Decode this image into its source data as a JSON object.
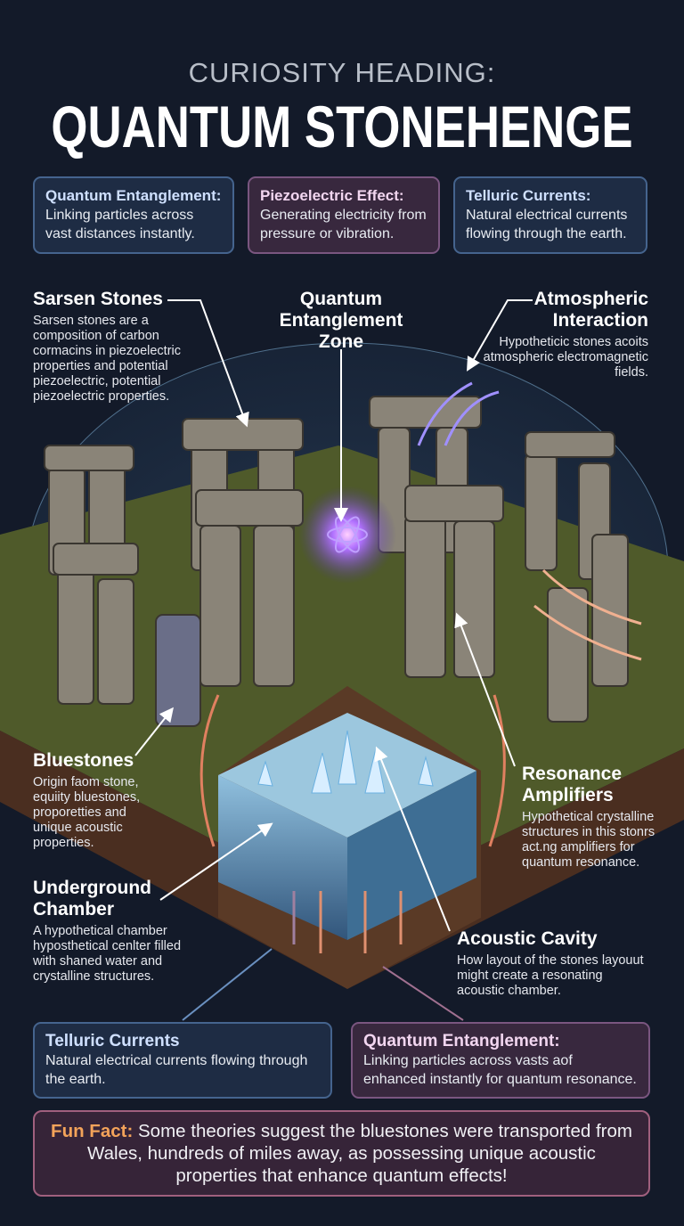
{
  "header": {
    "kicker": "CURIOSITY HEADING:",
    "title": "QUANTUM STONEHENGE"
  },
  "top_boxes": [
    {
      "title": "Quantum Entanglement:",
      "text": "Linking particles across vast distances instantly."
    },
    {
      "title": "Piezoelectric Effect:",
      "text": "Generating electricity from pressure or vibration."
    },
    {
      "title": "Telluric Currents:",
      "text": "Natural electrical currents flowing through the earth."
    }
  ],
  "labels": {
    "sarsen": {
      "title": "Sarsen Stones",
      "text": "Sarsen stones are a composition of carbon cormacins in piezoelectric properties and potential piezoelectric, potential piezoelectric properties."
    },
    "zone": {
      "title": "Quantum Entanglement Zone"
    },
    "atmos": {
      "title": "Atmospheric Interaction",
      "text": "Hypotheticic stones acoits atmospheric electromagnetic fields."
    },
    "bluestones": {
      "title": "Bluestones",
      "text": "Origin faom stone, equiity bluestones, proporetties and unique acoustic properties."
    },
    "resonance": {
      "title": "Resonance Amplifiers",
      "text": "Hypothetical crystalline structures in this stonrs act.ng amplifiers for quantum resonance."
    },
    "chamber": {
      "title": "Underground Chamber",
      "text": "A hypothetical chamber hyposthetical cenlter filled with shaned water and crystalline structures."
    },
    "cavity": {
      "title": "Acoustic Cavity",
      "text": "How layout of the stones layouut might create a resonating acoustic chamber."
    }
  },
  "bottom_boxes": [
    {
      "title": "Telluric Currents",
      "text": "Natural electrical currents flowing through the earth."
    },
    {
      "title": "Quantum Entanglement:",
      "text": "Linking particles across vasts aof enhanced instantly for quantum resonance."
    }
  ],
  "fun_fact": {
    "label": "Fun Fact:",
    "text": "Some theories suggest the bluestones were transported from Wales, hundreds of miles away, as possessing unique acoustic properties that enhance quantum effects!"
  },
  "colors": {
    "background": "#131a29",
    "accent_orange": "#f3a35a",
    "glow": "#b070ff",
    "crystal": "#8fd4ff"
  }
}
